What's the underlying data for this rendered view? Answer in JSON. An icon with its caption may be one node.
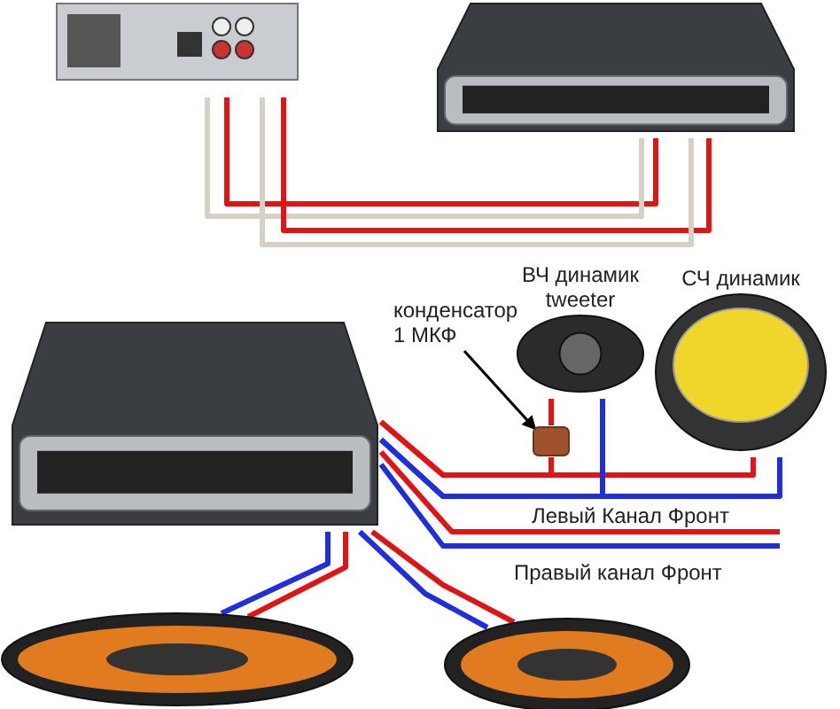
{
  "diagram": {
    "nodes": [
      {
        "text": [],
        "shape": "picture"
      },
      {
        "text": [],
        "shape": "picture"
      },
      {
        "text": [],
        "shape": "picture"
      },
      {
        "text": [
          "конденсатор 1 МКФ"
        ]
      },
      {
        "text": [],
        "shape": "box"
      },
      {
        "text": [
          "ВЧ динамик tweeter"
        ]
      },
      {
        "text": [
          "СЧ динамик"
        ]
      },
      {
        "text": [],
        "shape": "picture"
      },
      {
        "text": [],
        "shape": "picture"
      }
    ],
    "edges": [
      {
        "from": 0,
        "to": 1,
        "arrow": "none"
      },
      {
        "from": 0,
        "to": 1,
        "arrow": "none",
        "color": "#d6d1c4"
      },
      {
        "from": 0,
        "to": 1,
        "arrow": "none"
      },
      {
        "from": 0,
        "to": 1,
        "arrow": "none",
        "color": "#d6d1c4"
      },
      {
        "from": 3,
        "to": 4,
        "arrow": "to",
        "color": "#000000"
      },
      {
        "from": 2,
        "to": 6,
        "arrow": "none"
      },
      {
        "from": 2,
        "to": 4,
        "arrow": "none"
      },
      {
        "from": 4,
        "to": 5,
        "arrow": "none"
      },
      {
        "from": 2,
        "to": 6,
        "arrow": "none",
        "color": "#1f2fe0"
      },
      {
        "from": 2,
        "to": 5,
        "arrow": "none",
        "color": "#1f2fe0"
      },
      {
        "from": 2,
        "to": null,
        "arrow": "none"
      },
      {
        "from": 2,
        "to": null,
        "arrow": "none",
        "color": "#1f2fe0"
      },
      {
        "from": 2,
        "to": 7,
        "arrow": "none"
      },
      {
        "from": 2,
        "to": 7,
        "arrow": "none",
        "color": "#1f2fe0"
      },
      {
        "from": 2,
        "to": 8,
        "arrow": "none"
      },
      {
        "from": 2,
        "to": 8,
        "arrow": "none",
        "color": "#1f2fe0"
      }
    ],
    "labels": [
      "Левый Канал Фронт",
      "Правый канал Фронт"
    ]
  }
}
